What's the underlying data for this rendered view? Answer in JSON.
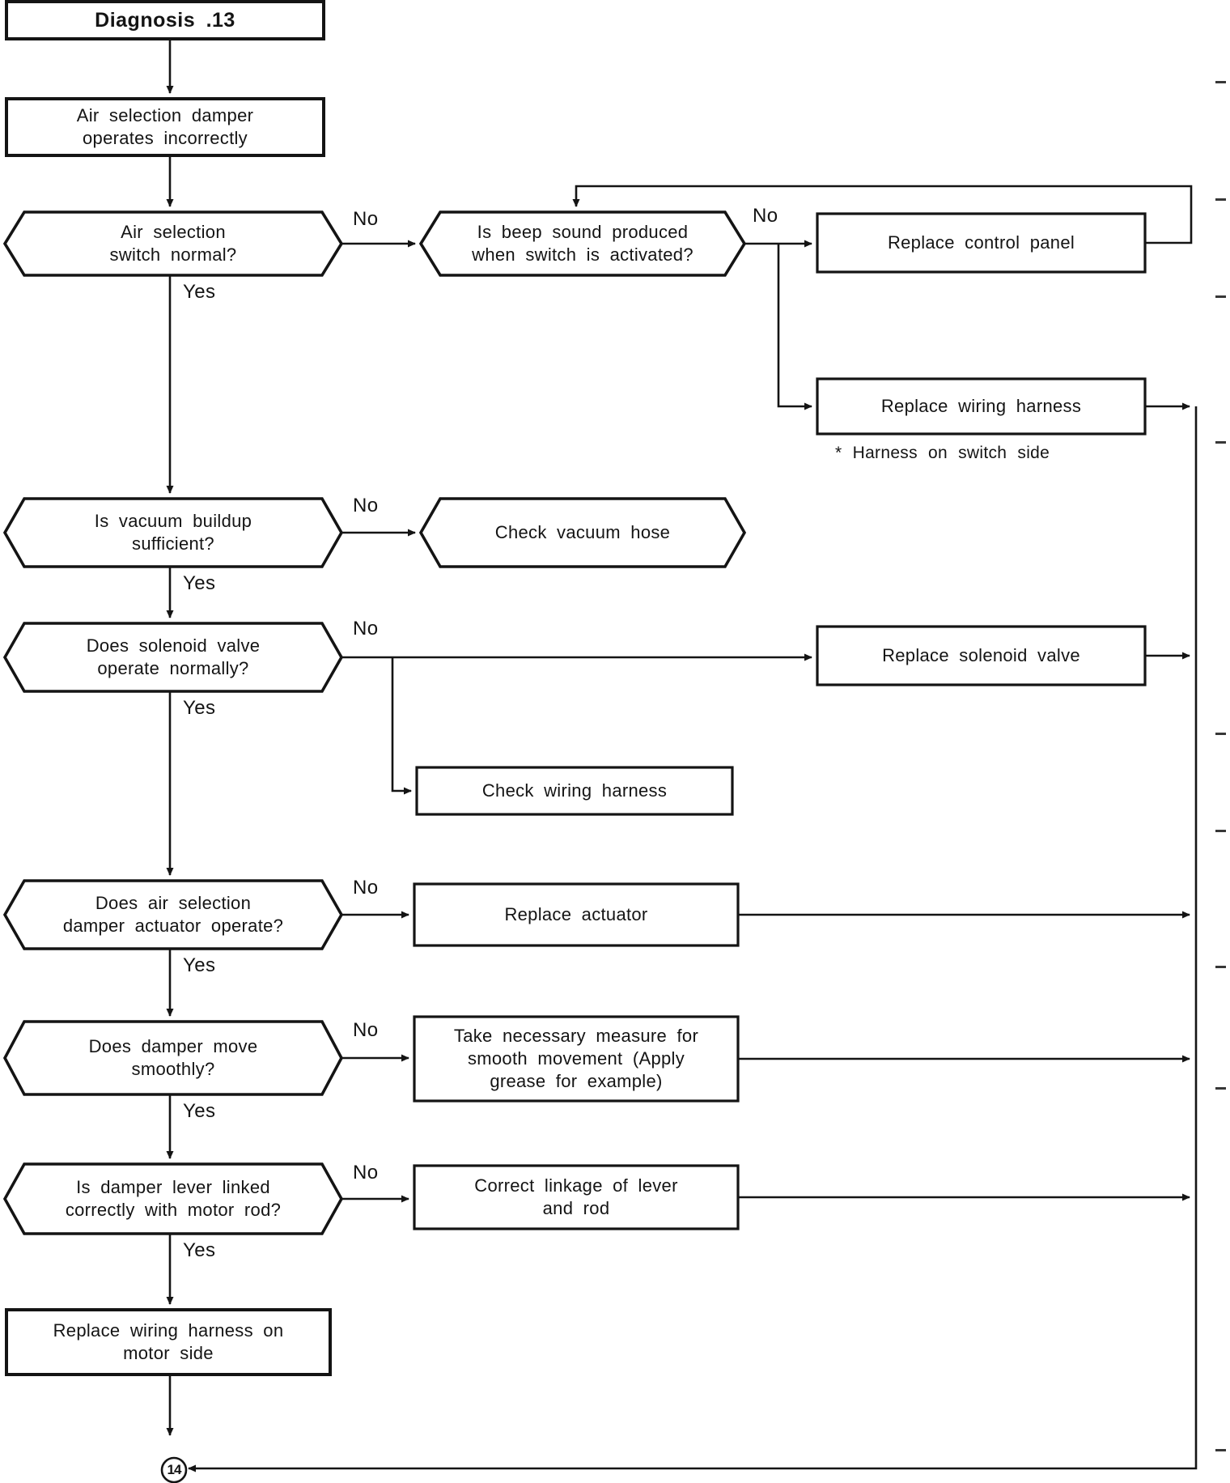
{
  "nodes": {
    "title": {
      "lines": [
        "Diagnosis .13"
      ]
    },
    "start": {
      "lines": [
        "Air selection damper",
        "operates incorrectly"
      ]
    },
    "q_switch": {
      "lines": [
        "Air selection",
        "switch normal?"
      ]
    },
    "q_beep": {
      "lines": [
        "Is beep sound produced",
        "when switch is activated?"
      ]
    },
    "r_control_panel": {
      "lines": [
        "Replace control panel"
      ]
    },
    "r_wiring_harness": {
      "lines": [
        "Replace wiring harness"
      ]
    },
    "harness_note": {
      "lines": [
        "* Harness on switch side"
      ]
    },
    "q_vacuum": {
      "lines": [
        "Is vacuum buildup",
        "sufficient?"
      ]
    },
    "r_vacuum_hose": {
      "lines": [
        "Check vacuum hose"
      ]
    },
    "q_solenoid": {
      "lines": [
        "Does solenoid valve",
        "operate normally?"
      ]
    },
    "r_solenoid": {
      "lines": [
        "Replace solenoid valve"
      ]
    },
    "r_check_wiring": {
      "lines": [
        "Check wiring harness"
      ]
    },
    "q_actuator": {
      "lines": [
        "Does air selection",
        "damper actuator operate?"
      ]
    },
    "r_actuator": {
      "lines": [
        "Replace actuator"
      ]
    },
    "q_damper_move": {
      "lines": [
        "Does damper move",
        "smoothly?"
      ]
    },
    "r_smooth": {
      "lines": [
        "Take necessary measure for",
        "smooth movement (Apply",
        "grease for example)"
      ]
    },
    "q_lever": {
      "lines": [
        "Is damper lever linked",
        "correctly with motor rod?"
      ]
    },
    "r_linkage": {
      "lines": [
        "Correct linkage of lever",
        "and rod"
      ]
    },
    "end_motor": {
      "lines": [
        "Replace wiring harness on",
        "motor side"
      ]
    },
    "connector_14": {
      "lines": [
        "14"
      ]
    }
  },
  "edge_labels": {
    "yes": "Yes",
    "no": "No"
  },
  "colors": {
    "ink": "#141414",
    "paper": "#ffffff"
  }
}
